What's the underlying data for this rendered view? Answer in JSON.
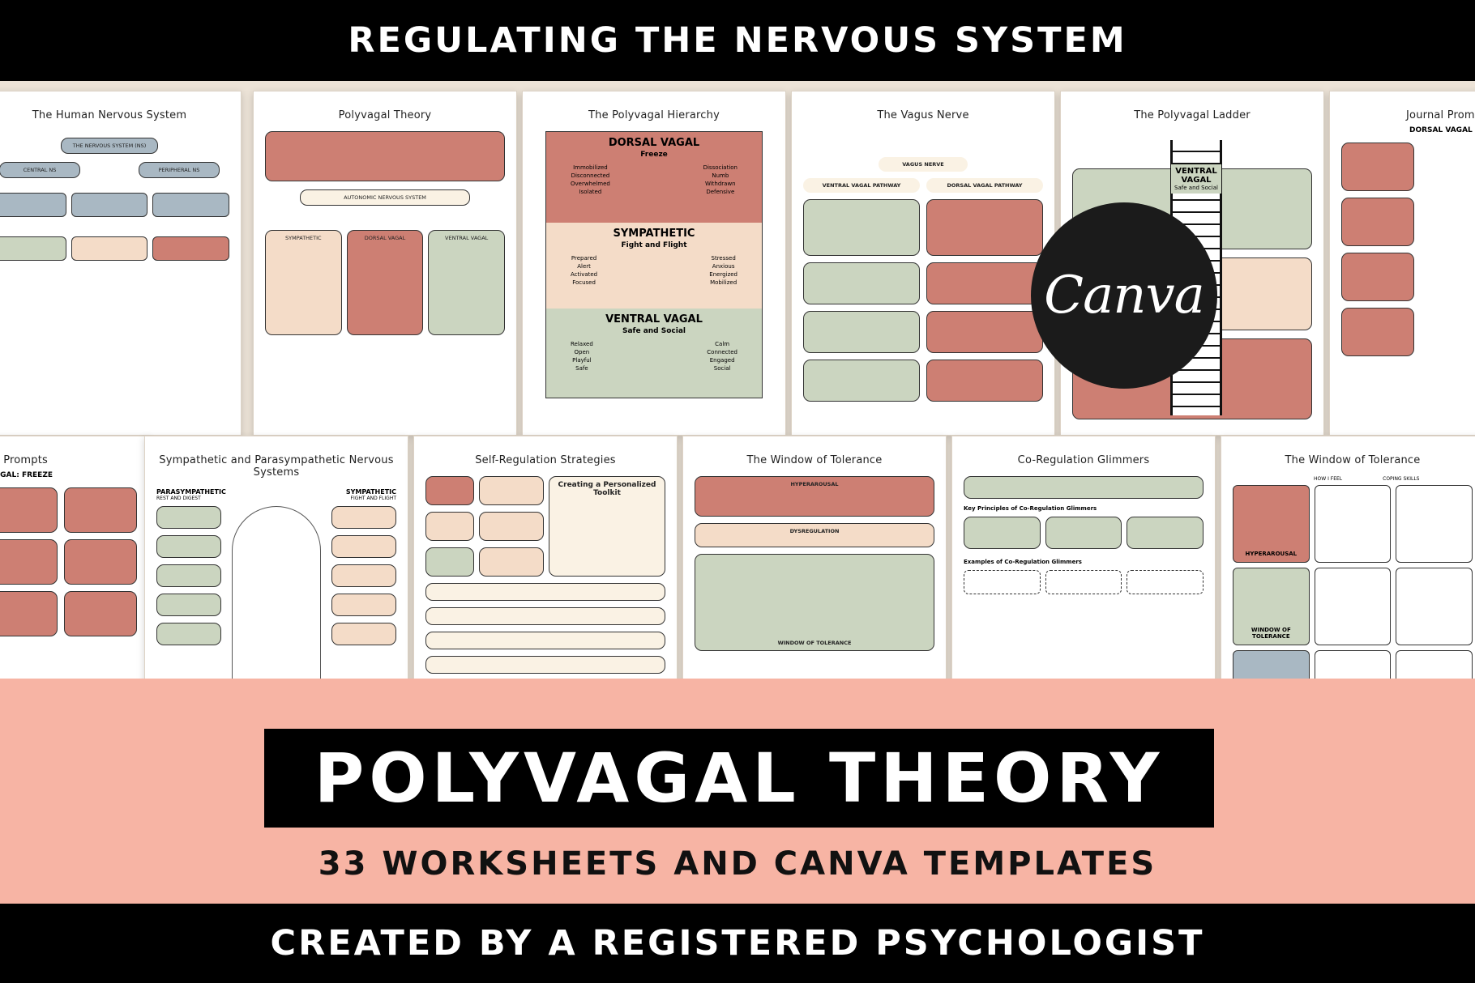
{
  "header": {
    "title": "REGULATING THE NERVOUS SYSTEM"
  },
  "footer": {
    "product_title": "POLYVAGAL THEORY",
    "subtitle": "33 WORKSHEETS AND CANVA TEMPLATES",
    "credit": "CREATED BY A REGISTERED PSYCHOLOGIST"
  },
  "badge": {
    "label": "Canva"
  },
  "colors": {
    "black": "#000000",
    "pink": "#f7b4a4",
    "terracotta": "#cd7f73",
    "sage": "#cbd5c0",
    "peach": "#f4dcc8",
    "slate": "#a9b8c3"
  },
  "worksheets_row1": [
    {
      "title": "The Human Nervous System",
      "top_node": "THE NERVOUS SYSTEM (NS)",
      "left": "CENTRAL NS",
      "right": "PERIPHERAL NS"
    },
    {
      "title": "Polyvagal Theory",
      "center": "AUTONOMIC NERVOUS SYSTEM",
      "a": "SYMPATHETIC",
      "b": "DORSAL VAGAL",
      "c": "VENTRAL VAGAL"
    },
    {
      "title": "The Polyvagal Hierarchy",
      "tiers": [
        {
          "name": "DORSAL VAGAL",
          "sub": "Freeze",
          "left": [
            "Immobilized",
            "Disconnected",
            "Overwhelmed",
            "Isolated"
          ],
          "right": [
            "Dissociation",
            "Numb",
            "Withdrawn",
            "Defensive"
          ]
        },
        {
          "name": "SYMPATHETIC",
          "sub": "Fight and Flight",
          "left": [
            "Prepared",
            "Alert",
            "Activated",
            "Focused"
          ],
          "right": [
            "Stressed",
            "Anxious",
            "Energized",
            "Mobilized"
          ]
        },
        {
          "name": "VENTRAL VAGAL",
          "sub": "Safe and Social",
          "left": [
            "Relaxed",
            "Open",
            "Playful",
            "Safe"
          ],
          "right": [
            "Calm",
            "Connected",
            "Engaged",
            "Social"
          ]
        }
      ]
    },
    {
      "title": "The Vagus Nerve",
      "center": "VAGUS NERVE",
      "a": "VENTRAL VAGAL PATHWAY",
      "b": "DORSAL VAGAL PATHWAY"
    },
    {
      "title": "The Polyvagal Ladder",
      "tier": "VENTRAL VAGAL",
      "sub": "Safe and Social"
    },
    {
      "title": "Journal Prompts",
      "sub": "DORSAL VAGAL"
    }
  ],
  "worksheets_row2": [
    {
      "title": "Prompts",
      "sub": "VAGAL: FREEZE"
    },
    {
      "title": "Sympathetic and Parasympathetic Nervous Systems",
      "left": "PARASYMPATHETIC",
      "left_sub": "REST AND DIGEST",
      "right": "SYMPATHETIC",
      "right_sub": "FIGHT AND FLIGHT"
    },
    {
      "title": "Self-Regulation Strategies",
      "toolkit": "Creating a Personalized Toolkit"
    },
    {
      "title": "The Window of Tolerance",
      "a": "HYPERAROUSAL",
      "b": "DYSREGULATION",
      "c": "WINDOW OF TOLERANCE"
    },
    {
      "title": "Co-Regulation Glimmers",
      "a": "Key Principles of Co-Regulation Glimmers",
      "b": "Examples of Co-Regulation Glimmers"
    },
    {
      "title": "The Window of Tolerance",
      "col1": "HOW I FEEL",
      "col2": "COPING SKILLS",
      "r1": "HYPERAROUSAL",
      "r2": "WINDOW OF TOLERANCE"
    }
  ]
}
